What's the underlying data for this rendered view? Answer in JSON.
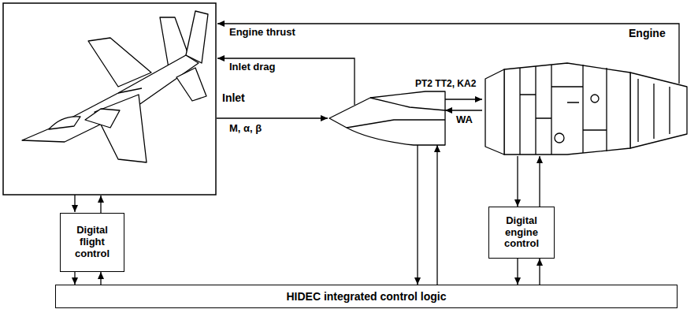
{
  "diagram": {
    "nodes": [
      {
        "text": [
          "Inlet"
        ]
      },
      {
        "text": [
          "Engine"
        ]
      },
      {
        "text": [
          "Digital flight control"
        ]
      },
      {
        "text": [
          "Digital engine control"
        ]
      },
      {
        "text": [
          "HIDEC integrated control logic"
        ]
      }
    ],
    "edges": [
      {
        "from": 0,
        "to": 1,
        "arrow": "to",
        "label": "PT2 TT2, KA2"
      },
      {
        "from": 1,
        "to": 0,
        "arrow": "to",
        "label": "WA"
      },
      {
        "from": 2,
        "to": 4,
        "arrow": "to"
      },
      {
        "from": 4,
        "to": 2,
        "arrow": "to"
      },
      {
        "from": 0,
        "to": 4,
        "arrow": "to"
      },
      {
        "from": 4,
        "to": 0,
        "arrow": "to"
      },
      {
        "from": 1,
        "to": 3,
        "arrow": "to"
      },
      {
        "from": 3,
        "to": 1,
        "arrow": "to"
      },
      {
        "from": 3,
        "to": 4,
        "arrow": "to"
      },
      {
        "from": 4,
        "to": 3,
        "arrow": "to"
      }
    ],
    "labels": [
      "Engine thrust",
      "Inlet drag",
      "M, α, β"
    ]
  }
}
